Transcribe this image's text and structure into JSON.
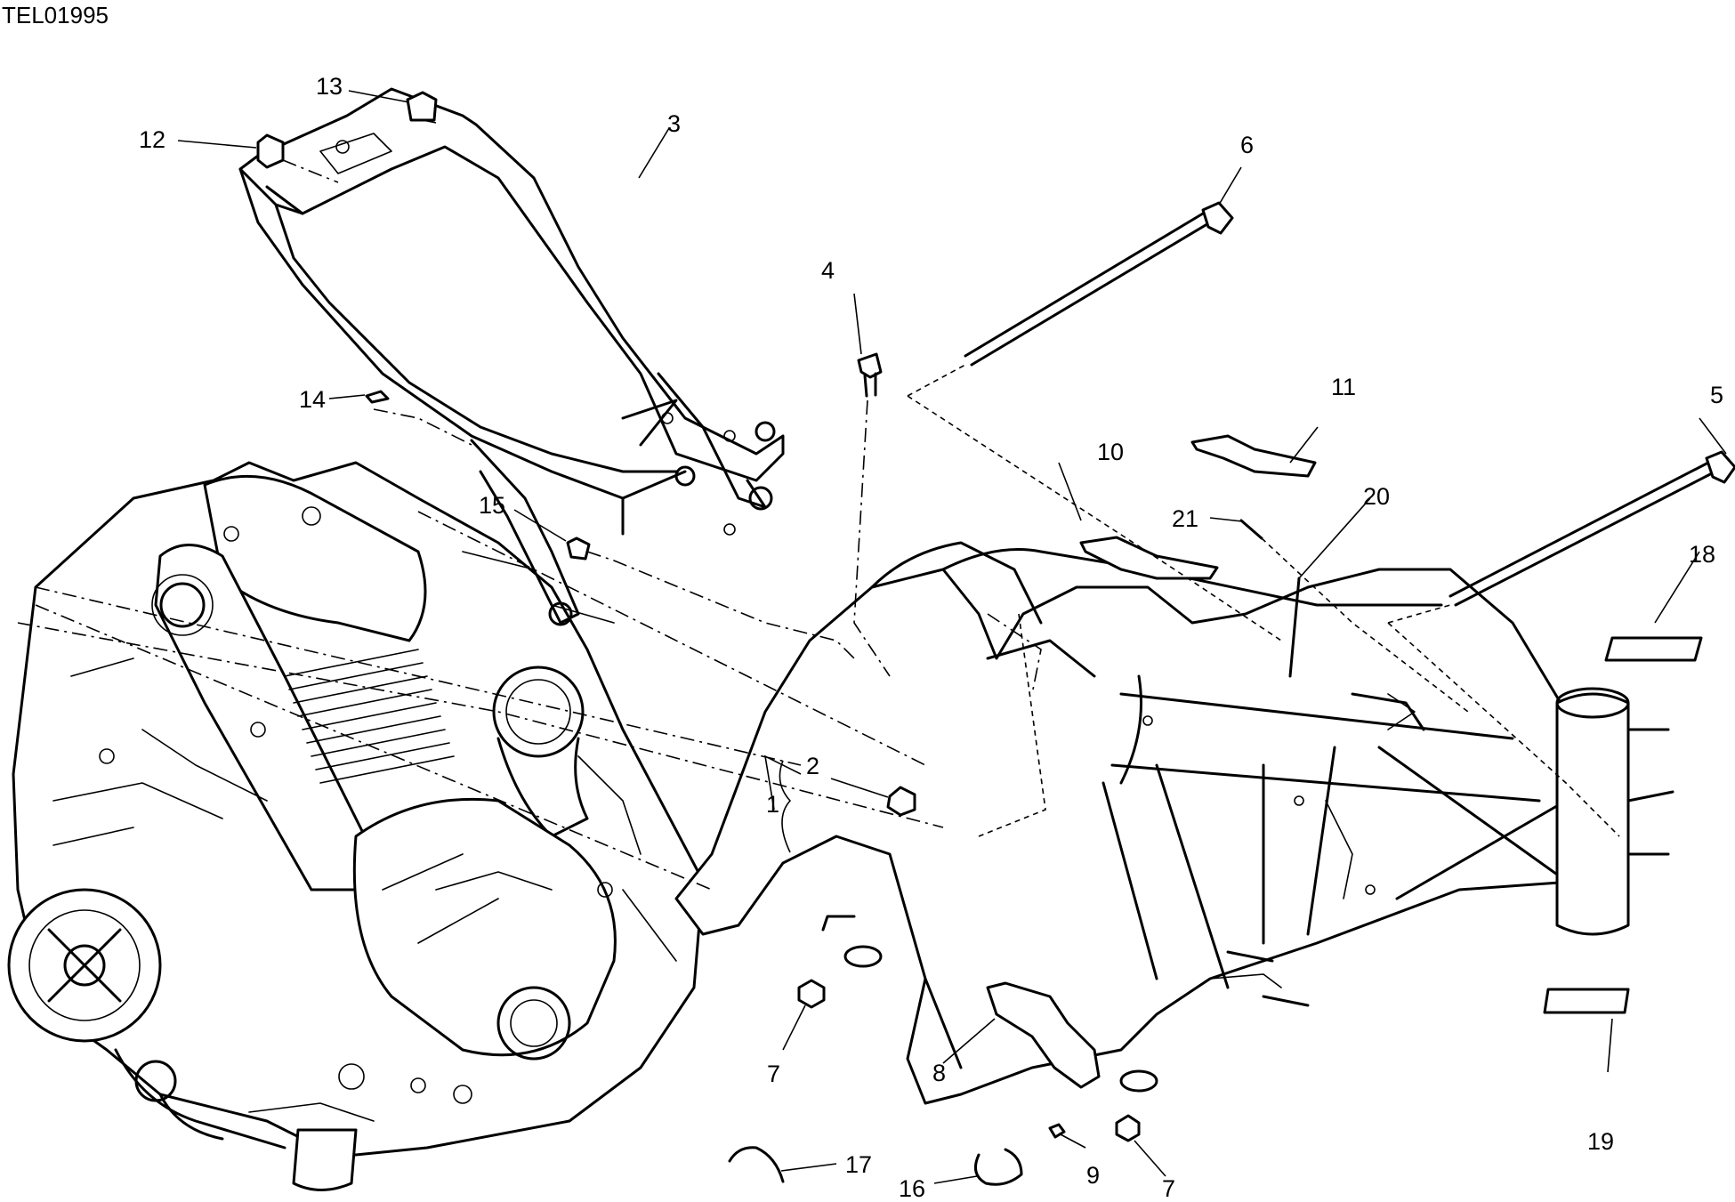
{
  "drawing_code": "TEL01995",
  "callouts": {
    "c1": "1",
    "c2": "2",
    "c3": "3",
    "c4": "4",
    "c5": "5",
    "c6": "6",
    "c7a": "7",
    "c7b": "7",
    "c8": "8",
    "c9": "9",
    "c10": "10",
    "c11": "11",
    "c12": "12",
    "c13": "13",
    "c14": "14",
    "c15": "15",
    "c16": "16",
    "c17": "17",
    "c18": "18",
    "c19": "19",
    "c20": "20",
    "c21": "21"
  }
}
